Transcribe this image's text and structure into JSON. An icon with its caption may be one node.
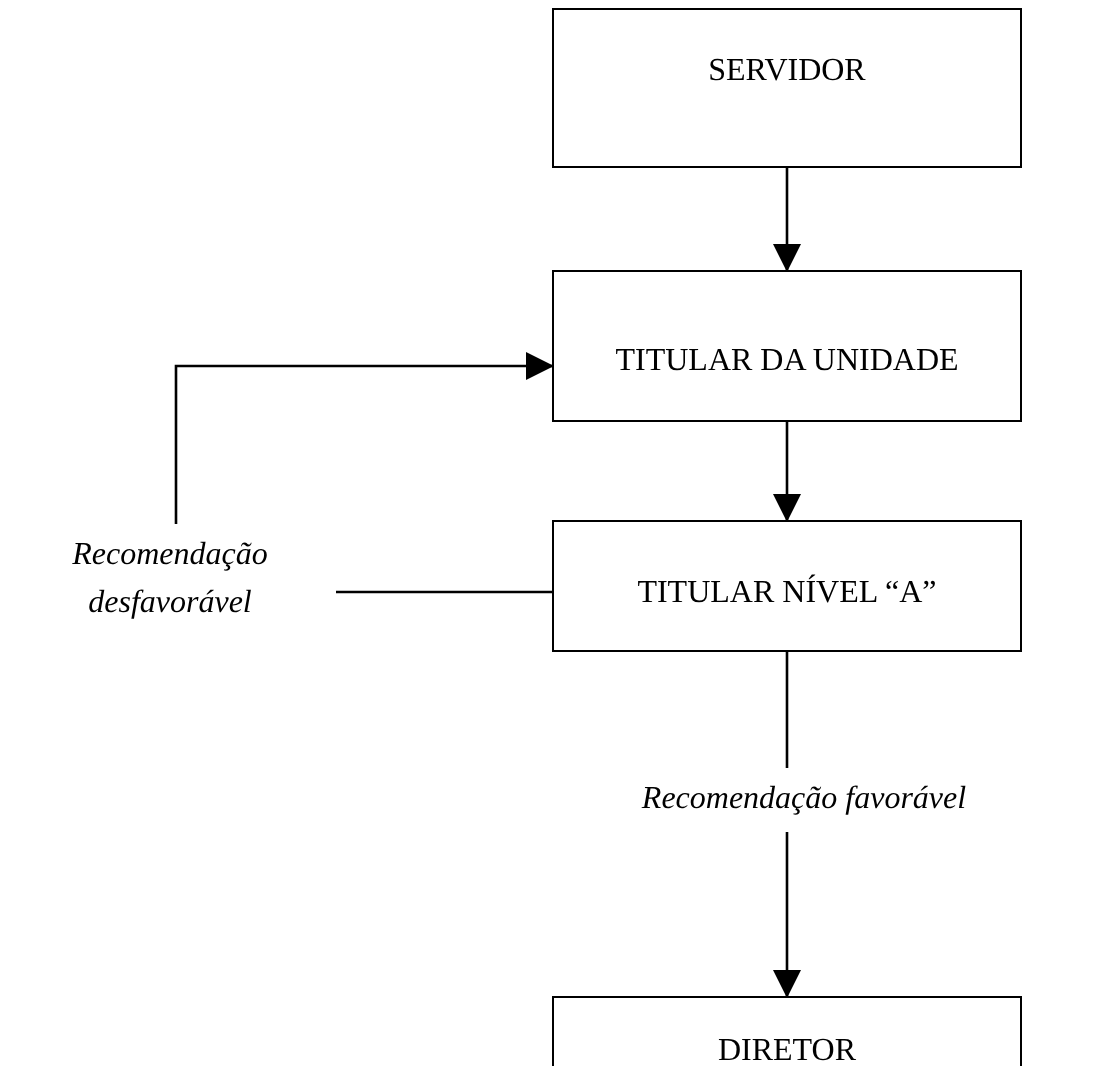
{
  "diagram": {
    "nodes": [
      {
        "text": [
          "SERVIDOR"
        ]
      },
      {
        "text": [
          "TITULAR DA UNIDADE"
        ]
      },
      {
        "text": [
          "TITULAR NÍVEL “A”"
        ]
      },
      {
        "text": [
          "DIRETOR"
        ]
      }
    ],
    "edges": [
      {
        "from": 0,
        "to": 1,
        "arrow": "to"
      },
      {
        "from": 1,
        "to": 2,
        "arrow": "to"
      },
      {
        "from": 2,
        "to": 3,
        "arrow": "to",
        "label": "Recomendação favorável"
      },
      {
        "from": 2,
        "to": 1,
        "arrow": "to",
        "label": "Recomendação desfavorável"
      }
    ]
  }
}
